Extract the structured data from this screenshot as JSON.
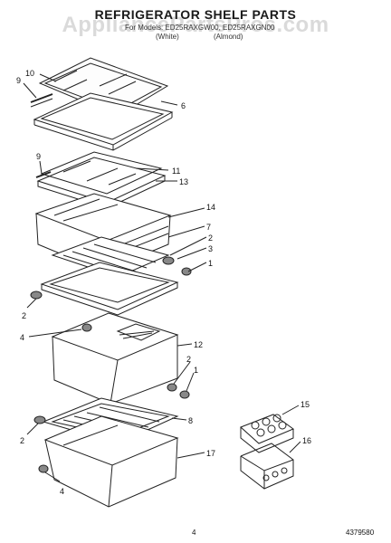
{
  "header": {
    "title": "REFRIGERATOR SHELF PARTS",
    "watermark": "AppliancePartsPros.com",
    "model_line": "For Models: ED25RAXGW00, ED25RAXGN00",
    "color_left": "(White)",
    "color_right": "(Almond)"
  },
  "callouts": {
    "c10": "10",
    "c9a": "9",
    "c6": "6",
    "c9b": "9",
    "c11": "11",
    "c13": "13",
    "c14": "14",
    "c7": "7",
    "c2a": "2",
    "c3": "3",
    "c1a": "1",
    "c2b": "2",
    "c4a": "4",
    "c12": "12",
    "c2c": "2",
    "c1b": "1",
    "c8": "8",
    "c2d": "2",
    "c17": "17",
    "c4b": "4",
    "c15": "15",
    "c16": "16"
  },
  "footer": {
    "page_number": "4",
    "part_number": "4379580"
  }
}
